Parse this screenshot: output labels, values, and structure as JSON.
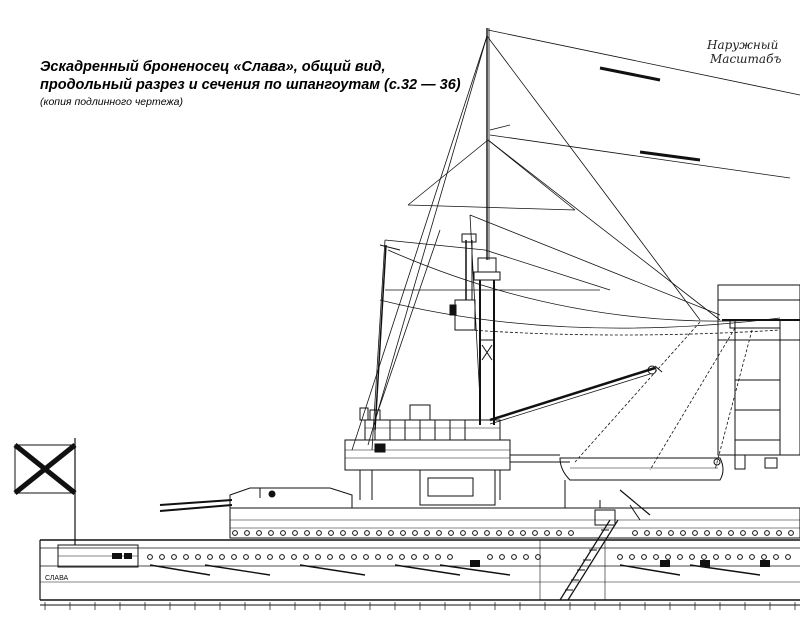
{
  "title_line1": "Эскадренный броненосец «Слава», общий вид,",
  "title_line2": "продольный разрез и сечения по шпангоутам (с.32 — 36)",
  "subtitle": "(копия подлинного чертежа)",
  "handwritten_line1": "Наружный",
  "handwritten_line2": "Масштабъ",
  "hull_name": "СЛАВА"
}
